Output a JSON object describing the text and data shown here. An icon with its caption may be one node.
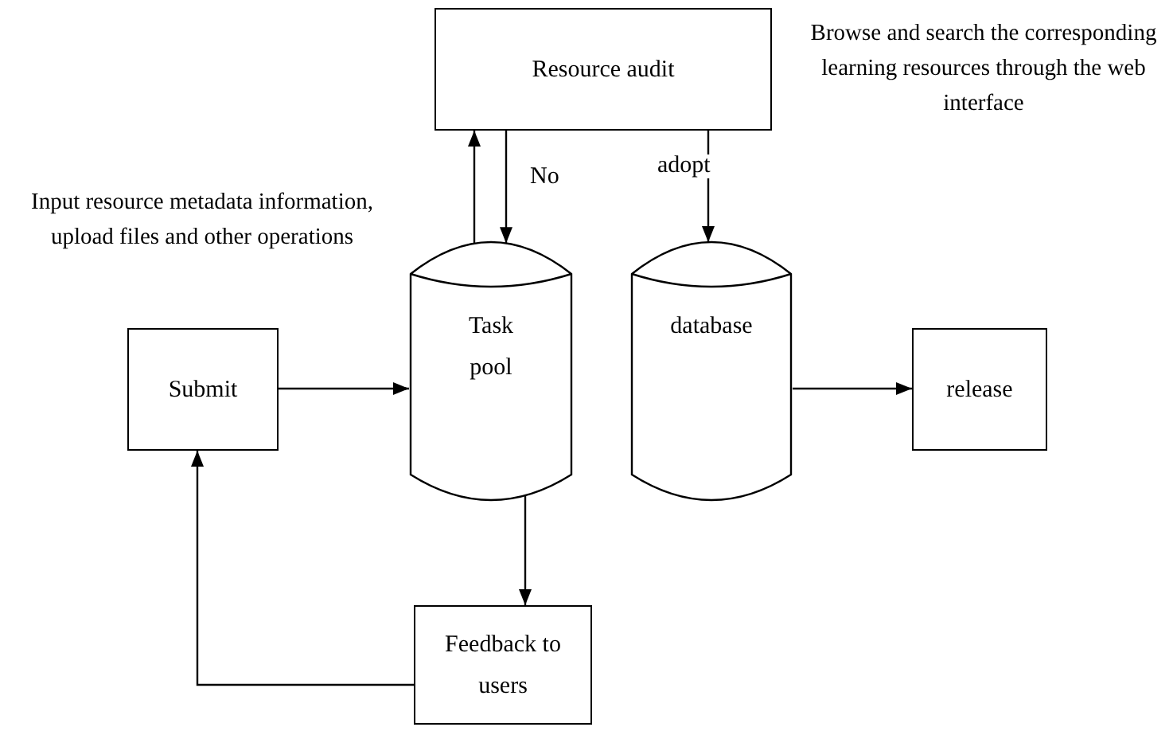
{
  "diagram": {
    "nodes": [
      {
        "text": [
          "Resource audit"
        ]
      },
      {
        "text": [
          "Task pool"
        ]
      },
      {
        "text": [
          "database"
        ]
      },
      {
        "text": [
          "Submit"
        ]
      },
      {
        "text": [
          "release"
        ]
      },
      {
        "text": [
          "Feedback to users"
        ]
      }
    ],
    "edges": [
      {
        "from": 1,
        "to": 0,
        "arrow": "to"
      },
      {
        "from": 0,
        "to": 1,
        "arrow": "to",
        "label": "No"
      },
      {
        "from": 0,
        "to": 2,
        "arrow": "to",
        "label": "adopt"
      },
      {
        "from": 3,
        "to": 1,
        "arrow": "to"
      },
      {
        "from": 2,
        "to": 4,
        "arrow": "to"
      },
      {
        "from": 1,
        "to": 5,
        "arrow": "to"
      },
      {
        "from": 5,
        "to": 3,
        "arrow": "to"
      }
    ],
    "labels": [
      "Browse and search the corresponding learning resources through the web interface",
      "Input resource metadata information, upload files and other operations"
    ]
  }
}
